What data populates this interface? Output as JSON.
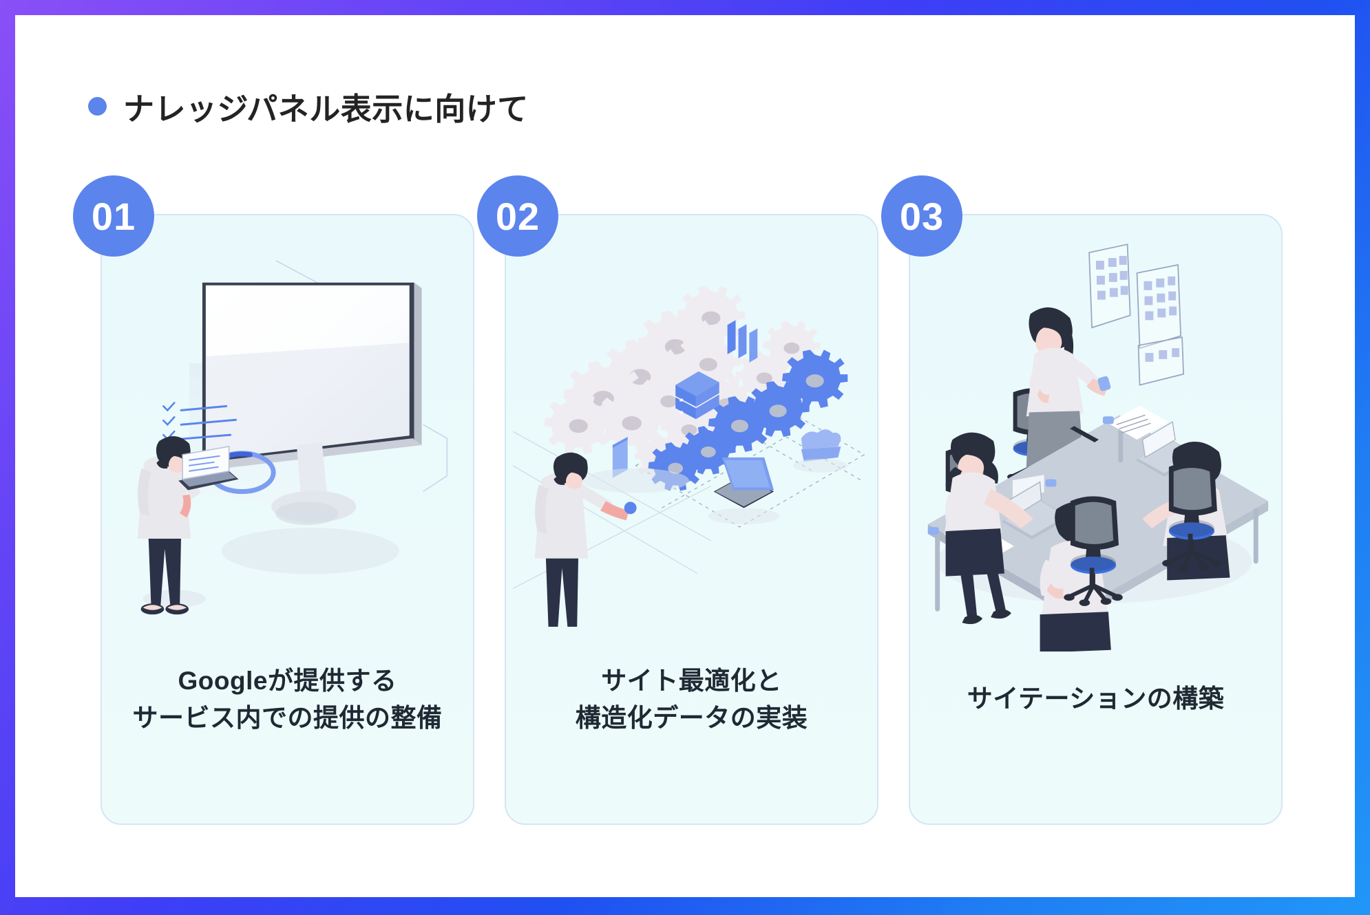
{
  "frame": {
    "gradient_start": "#8a4ff7",
    "gradient_mid": "#3f3ef6",
    "gradient_end": "#2196f8",
    "background": "#ffffff"
  },
  "heading": {
    "bullet_color": "#5b84ec",
    "text": "ナレッジパネル表示に向けて"
  },
  "theme": {
    "badge_color": "#5b84ec",
    "badge_text_color": "#ffffff",
    "card_background": "#eafafc",
    "card_border": "#d4e6f4",
    "caption_color": "#1f2933",
    "accent_blue": "#5b84ec",
    "gear_blue": "#5b84ec",
    "gear_white": "#f0eff3",
    "skin": "#f6d9d4",
    "hair": "#2a2f3e",
    "trouser": "#2b3247"
  },
  "cards": [
    {
      "number": "01",
      "illustration": "person-with-laptop-facing-monitor",
      "caption_lines": [
        "Googleが提供する",
        "サービス内での提供の整備"
      ]
    },
    {
      "number": "02",
      "illustration": "gears-and-devices-network",
      "caption_lines": [
        "サイト最適化と",
        "構造化データの実装"
      ]
    },
    {
      "number": "03",
      "illustration": "team-meeting-around-table",
      "caption_lines": [
        "サイテーションの構築"
      ]
    }
  ]
}
